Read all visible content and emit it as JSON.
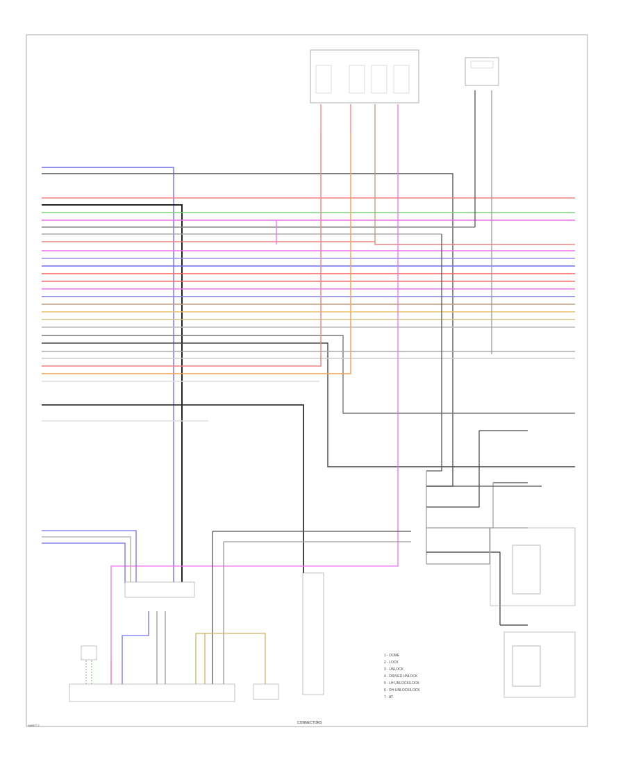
{
  "diagram": {
    "frame_color": "#aaaaaa",
    "wire_colors": {
      "blue": "#6f6ff0",
      "red": "#f08080",
      "green": "#7ed07e",
      "pink": "#ee72ee",
      "black": "#333333",
      "gray": "#b8b8b8",
      "orange": "#f0a050",
      "tan": "#cfc08a",
      "violet": "#9a8ff0",
      "hotpink": "#ff5fa0",
      "lightgray": "#dcdcdc"
    },
    "legend": {
      "items": [
        "1 - DOME",
        "2 - LOCK",
        "3 - UNLOCK",
        "4 - DRIVER UNLOCK",
        "5 - LH UNLOCK/LOCK",
        "6 - RH UNLOCK/LOCK",
        "7 - AT"
      ]
    },
    "labels": {
      "footer": "CONNECTORS",
      "bottom_left_page": "SHEET 2"
    }
  }
}
